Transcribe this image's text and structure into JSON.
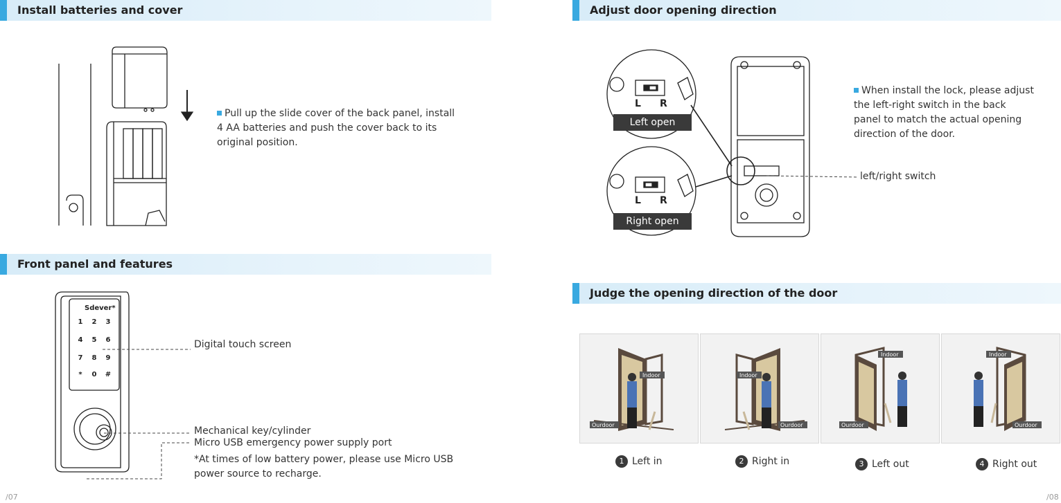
{
  "left_page": {
    "section1": {
      "title": "Install batteries and cover",
      "instruction": "Pull up the slide cover of the back panel, install 4 AA batteries and push the cover back to its original position."
    },
    "section2": {
      "title": "Front panel and features",
      "brand": "Sdever*",
      "keypad": [
        "1",
        "2",
        "3",
        "4",
        "5",
        "6",
        "7",
        "8",
        "9",
        "*",
        "0",
        "#"
      ],
      "callouts": {
        "touch": "Digital touch screen",
        "key": "Mechanical key/cylinder",
        "usb": "Micro USB emergency power supply port",
        "note": "*At times of low battery power, please use Micro USB power source to recharge."
      }
    },
    "page_number": "/07"
  },
  "right_page": {
    "section1": {
      "title": "Adjust door opening direction",
      "left_open": "Left open",
      "right_open": "Right open",
      "switch_letters": [
        "L",
        "R"
      ],
      "instruction": "When install the lock, please adjust the left-right switch in the back panel to match the actual opening direction of the door.",
      "switch_callout": "left/right switch"
    },
    "section2": {
      "title": "Judge the opening direction of the door",
      "indoor": "Indoor",
      "outdoor": "Ourdoor",
      "panels": [
        {
          "num": "1",
          "label": "Left in"
        },
        {
          "num": "2",
          "label": "Right in"
        },
        {
          "num": "3",
          "label": "Left out"
        },
        {
          "num": "4",
          "label": "Right out"
        }
      ]
    },
    "page_number": "/08"
  },
  "colors": {
    "accent": "#39a9e0",
    "header_bg": "#dceef9",
    "door": "#5a4a3e",
    "door_panel": "#d8c8a0",
    "person_shirt": "#4a73b5"
  }
}
